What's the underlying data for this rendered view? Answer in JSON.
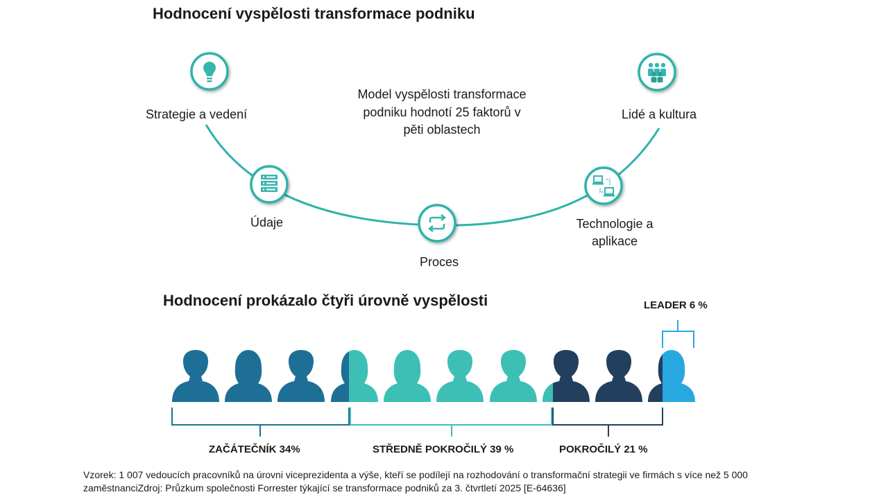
{
  "title": "Hodnocení vyspělosti transformace podniku",
  "center_text": "Model vyspělosti transformace podniku hodnotí 25 faktorů v pěti oblastech",
  "areas": [
    {
      "label": "Strategie a vedení",
      "icon": "lightbulb-icon"
    },
    {
      "label": "Údaje",
      "icon": "database-icon"
    },
    {
      "label": "Proces",
      "icon": "cycle-arrows-icon"
    },
    {
      "label": "Technologie a aplikace",
      "icon": "networked-computers-icon"
    },
    {
      "label": "Lidé a kultura",
      "icon": "people-group-icon"
    }
  ],
  "levels_title": "Hodnocení prokázalo čtyři úrovně vyspělosti",
  "levels": [
    {
      "label": "ZAČÁTEČNÍK 34%",
      "percent": 34,
      "color": "#1e6f96"
    },
    {
      "label": "STŘEDNĚ POKROČILÝ 39 %",
      "percent": 39,
      "color": "#3dbfb5"
    },
    {
      "label": "POKROČILÝ 21 %",
      "percent": 21,
      "color": "#223f5e"
    },
    {
      "label": "LEADER 6 %",
      "percent": 6,
      "color": "#29a8e0"
    }
  ],
  "footnote": "Vzorek: 1 007 vedoucích pracovníků na úrovni viceprezidenta a výše, kteří se podílejí na rozhodování o transformační strategii ve firmách s více než 5 000 zaměstnanciZdroj: Průzkum společnosti Forrester týkající se transformace podniků za 3. čtvrtletí 2025 [E-64636]",
  "colors": {
    "teal": "#2db3a8",
    "icon_teal": "#36b6ae"
  }
}
